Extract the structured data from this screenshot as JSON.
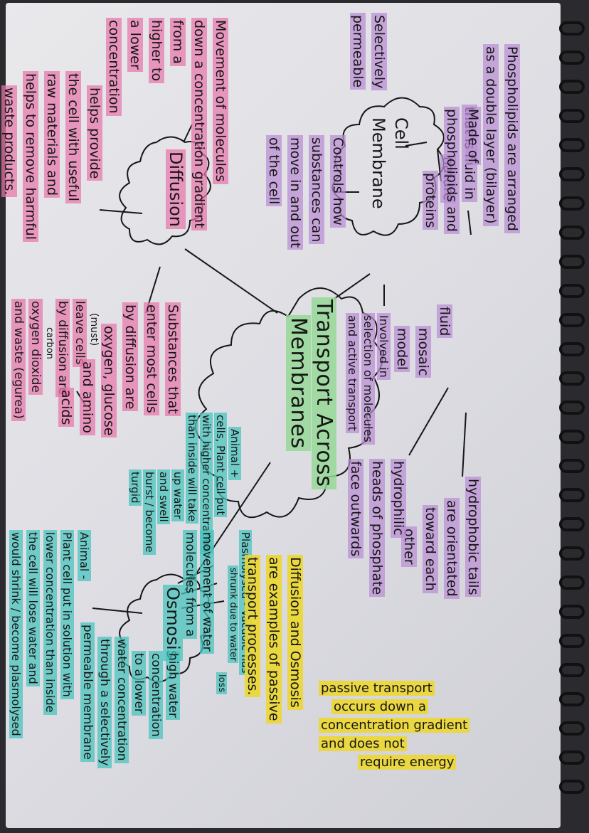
{
  "center": {
    "line1": "Transport Across",
    "line2": "Membranes"
  },
  "nodes": {
    "cell_membrane": {
      "line1": "Cell",
      "line2": "Membrane"
    },
    "diffusion": "Diffusion",
    "osmosis": "Osmosis"
  },
  "notes": {
    "selectively": [
      "Selectively",
      "permeable"
    ],
    "phospholipids": [
      "Phospholipids are arranged",
      "as a double layer (bilayer)",
      "that is fluid in",
      "nature"
    ],
    "made_of": [
      "Made of",
      "phospholipids and",
      "proteins"
    ],
    "controls": [
      "Controls how",
      "substances can",
      "move in and out",
      "of the cell"
    ],
    "fluid_mosaic": [
      "fluid",
      "mosaic",
      "model"
    ],
    "involved": [
      "Involved in",
      "selection of molecules",
      "and active transport"
    ],
    "hydrophobic": [
      "hydrophobic tails",
      "are orientated",
      "toward each",
      "other"
    ],
    "hydrophilic": [
      "hydrophilic",
      "heads of phosphate",
      "face outwards"
    ],
    "movement": [
      "Movement of molecules",
      "down a concentration gradient",
      "from a",
      "higher to",
      "a lower",
      "concentration"
    ],
    "helps_provide": [
      "helps provide",
      "the cell with useful",
      "raw materials and",
      "helps to remove harmful",
      "waste products."
    ],
    "leave_cells": [
      "(must)",
      "leave cells",
      "by diffusion are",
      "carbon",
      "oxygen dioxide",
      "and waste (egurea)"
    ],
    "substances": [
      "Substances that",
      "enter most cells",
      "by diffusion are",
      "oxygen, glucose",
      "and amino",
      "acids"
    ],
    "animal_top": [
      "Animal +",
      "cells, Plant cell put",
      "with higher concentration",
      "than inside will take",
      "up water",
      "and swell",
      "burst / become",
      "turgid"
    ],
    "animal_bottom": [
      "Animal -",
      "Plant cell put in solution with",
      "lower concentration than inside",
      "the cell will lose water and",
      "would shrink / become plasmolysed"
    ],
    "plasmolysed": [
      "Plasmolysed - Vacuole has",
      "shrunk due to water",
      "loss",
      "movement of water",
      "molecules from a",
      "high water",
      "concentration",
      "to a lower",
      "water concentration",
      "through a selectively",
      "permeable membrane"
    ],
    "passive_examples": [
      "Diffusion and Osmosis",
      "are examples of passive",
      "transport processes."
    ],
    "passive_transport": [
      "passive transport",
      "occurs down a",
      "concentration gradient",
      "and does not",
      "require energy"
    ]
  }
}
